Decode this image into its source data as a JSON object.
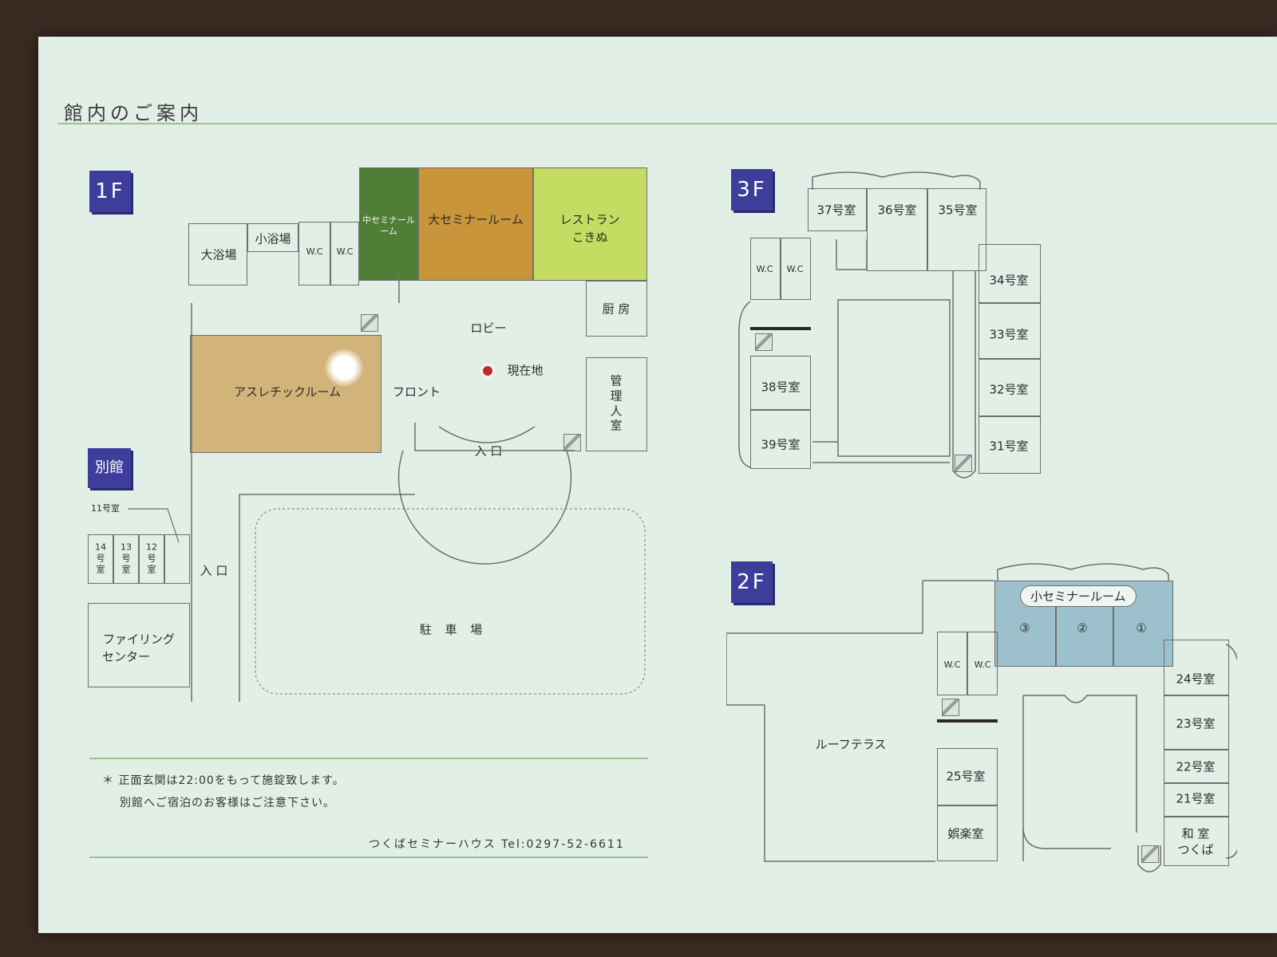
{
  "title": "館内のご案内",
  "floors": {
    "f1": "1F",
    "f2": "2F",
    "f3": "3F",
    "annex": "別館"
  },
  "f1_rooms": {
    "ooyokujo": "大浴場",
    "koyokujo": "小浴場",
    "wc1": "W.C",
    "wc2": "W.C",
    "chu_seminar": "中セミナールーム",
    "dai_seminar": "大セミナールーム",
    "restaurant_l1": "レストラン",
    "restaurant_l2": "こきぬ",
    "kitchen": "厨 房",
    "lobby": "ロビー",
    "current": "現在地",
    "athletic": "アスレチックルーム",
    "front": "フロント",
    "kanrinin": "管理人室",
    "entrance": "入 口",
    "parking": "駐 車 場"
  },
  "annex_rooms": {
    "r11": "11号室",
    "r14": "14号室",
    "r13": "13号室",
    "r12": "12号室",
    "entrance": "入 口",
    "filing_l1": "ファイリング",
    "filing_l2": "センター"
  },
  "f3_rooms": {
    "r37": "37号室",
    "r36": "36号室",
    "r35": "35号室",
    "r34": "34号室",
    "r33": "33号室",
    "r32": "32号室",
    "r31": "31号室",
    "r38": "38号室",
    "r39": "39号室",
    "wc1": "W.C",
    "wc2": "W.C"
  },
  "f2_rooms": {
    "small_seminar": "小セミナールーム",
    "s3": "③",
    "s2": "②",
    "s1": "①",
    "wc1": "W.C",
    "wc2": "W.C",
    "roof_terrace": "ルーフテラス",
    "r25": "25号室",
    "goraku": "娯楽室",
    "r24": "24号室",
    "r23": "23号室",
    "r22": "22号室",
    "r21": "21号室",
    "washitsu_l1": "和 室",
    "washitsu_l2": "つくば"
  },
  "notes": {
    "line1": "＊ 正面玄関は22:00をもって施錠致します。",
    "line2": "別館へご宿泊のお客様はご注意下さい。",
    "contact": "つくばセミナーハウス Tel:0297-52-6611"
  },
  "colors": {
    "chu_seminar": "#4f7f36",
    "dai_seminar": "#c8953a",
    "restaurant": "#c4dc62",
    "athletic": "#d2b47a",
    "small_seminar": "#9dc1cc",
    "badge": "#3d3d9c"
  }
}
